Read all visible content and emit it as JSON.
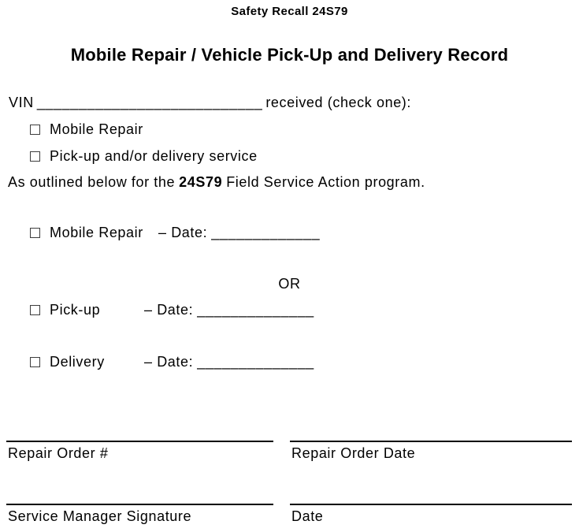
{
  "header": {
    "recall": "Safety Recall 24S79",
    "title": "Mobile Repair / Vehicle Pick-Up and Delivery Record"
  },
  "vin": {
    "prefix": "VIN",
    "blank": "___________________________",
    "suffix": "received (check one):"
  },
  "check_options": {
    "mobile_repair": "Mobile Repair",
    "pickup_delivery": "Pick-up and/or delivery service"
  },
  "note": {
    "before": "As outlined below for the",
    "code": "24S79",
    "after": "Field Service Action program."
  },
  "dates": {
    "mobile": {
      "label": "Mobile Repair",
      "date_prefix": "– Date:",
      "blank": "_____________"
    },
    "or": "OR",
    "pickup": {
      "label": "Pick-up",
      "date_prefix": "– Date:",
      "blank": "______________"
    },
    "delivery": {
      "label": "Delivery",
      "date_prefix": "– Date:",
      "blank": "______________"
    }
  },
  "signatures": {
    "repair_order_number": "Repair Order #",
    "repair_order_date": "Repair Order Date",
    "service_manager_signature": "Service Manager Signature",
    "date": "Date"
  }
}
